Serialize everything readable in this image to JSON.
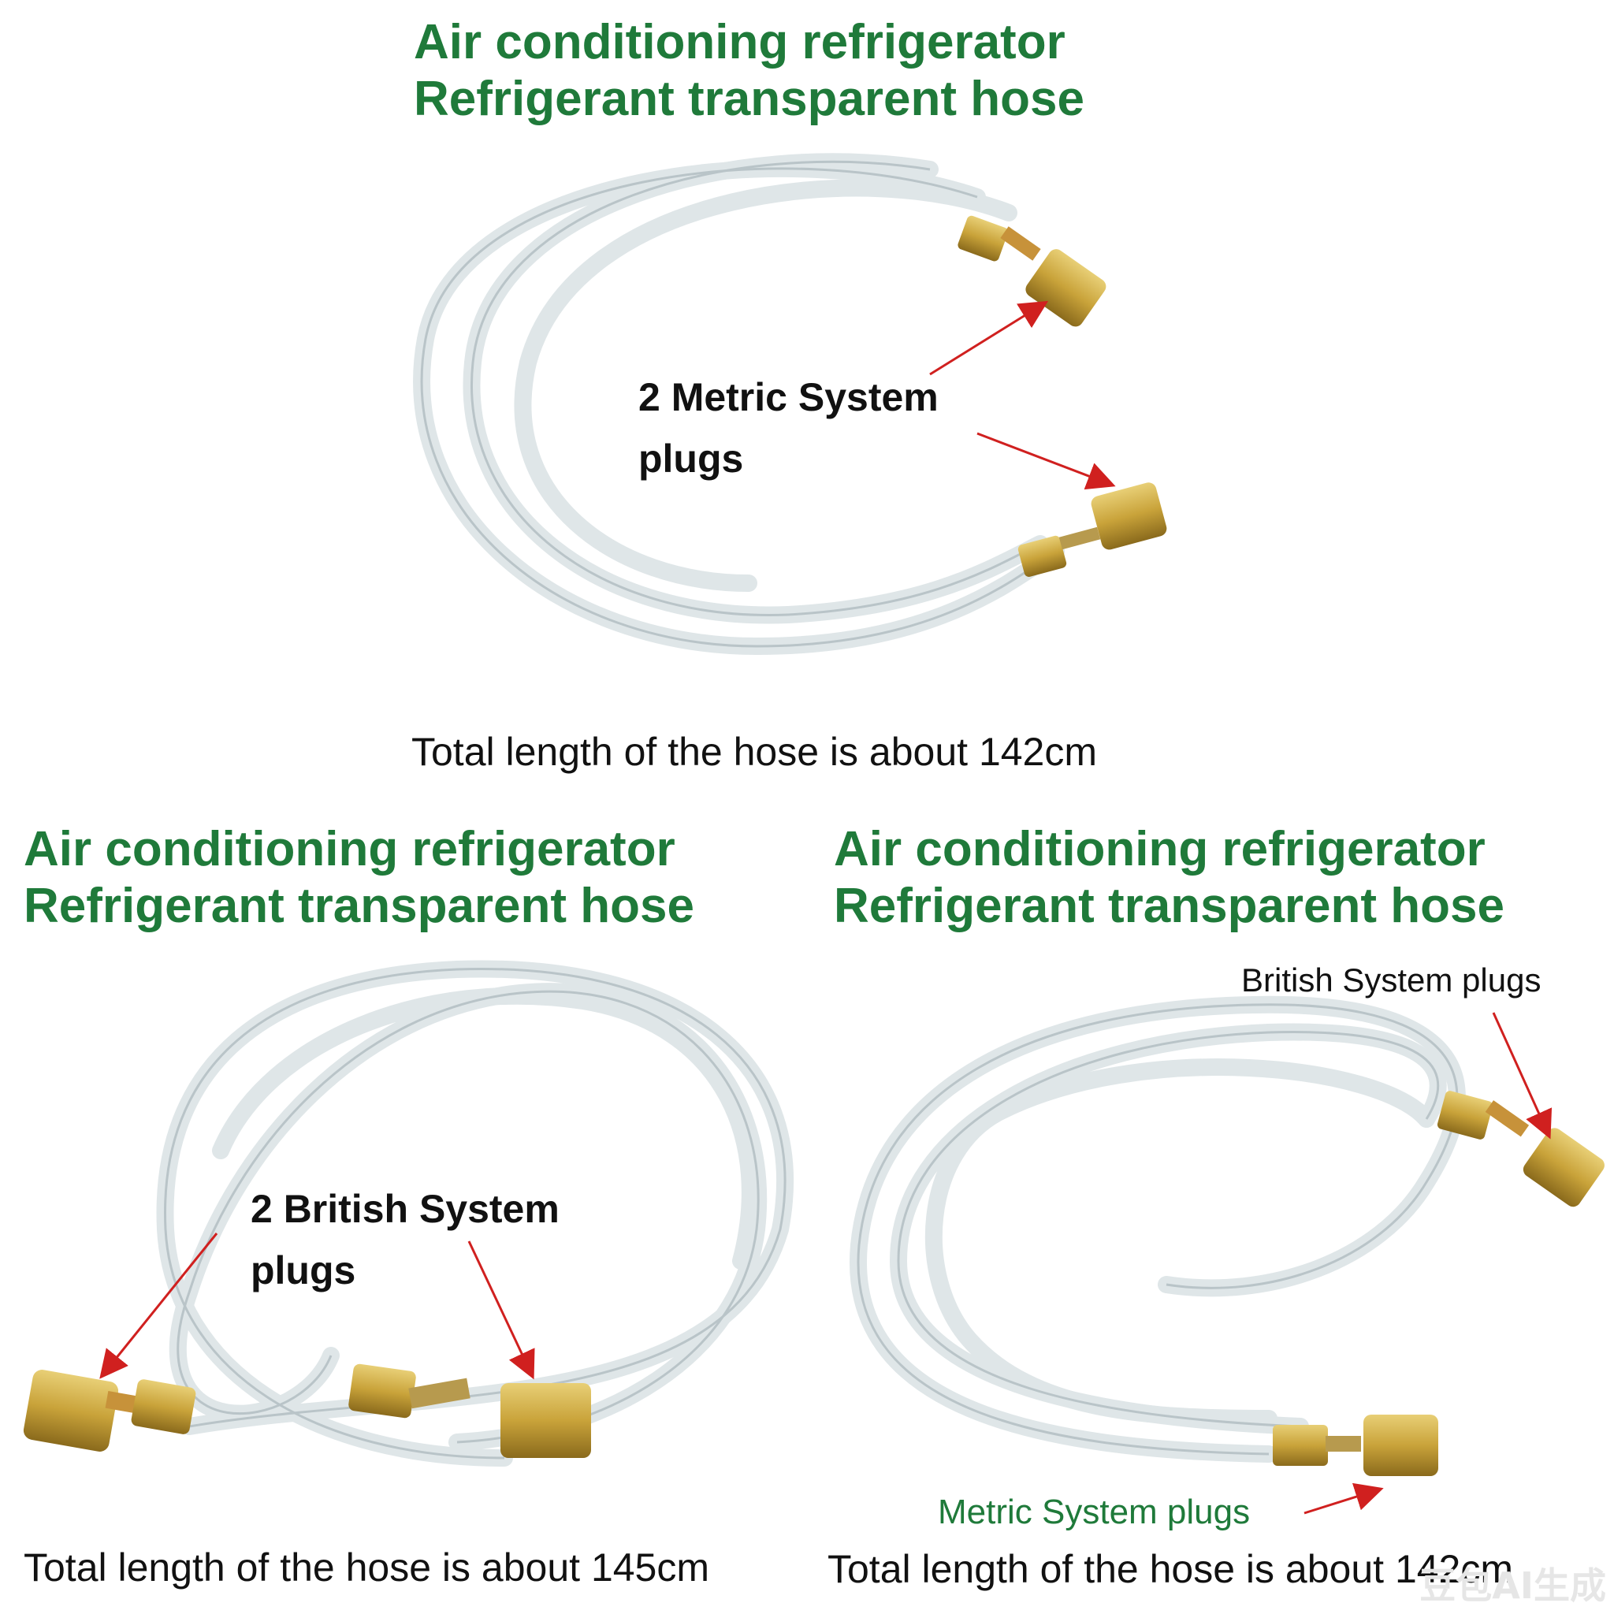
{
  "panels": [
    {
      "title_line1": "Air conditioning refrigerator",
      "title_line2": "Refrigerant transparent hose",
      "label_line1": "2 Metric System",
      "label_line2": "plugs",
      "caption": "Total length of the hose is about 142cm"
    },
    {
      "title_line1": "Air conditioning refrigerator",
      "title_line2": "Refrigerant transparent hose",
      "label_line1": "2 British System",
      "label_line2": "plugs",
      "caption": "Total length of the hose is about 145cm"
    },
    {
      "title_line1": "Air conditioning refrigerator",
      "title_line2": "Refrigerant transparent hose",
      "label_top": "British System plugs",
      "label_bottom": "Metric System plugs",
      "caption": "Total length of the hose is about 142cm"
    }
  ],
  "watermark": "豆包AI生成",
  "colors": {
    "title_green": "#1f7a3a",
    "arrow_red": "#d0201f",
    "brass": "#c9a33a",
    "hose": "#dfe6e8"
  }
}
